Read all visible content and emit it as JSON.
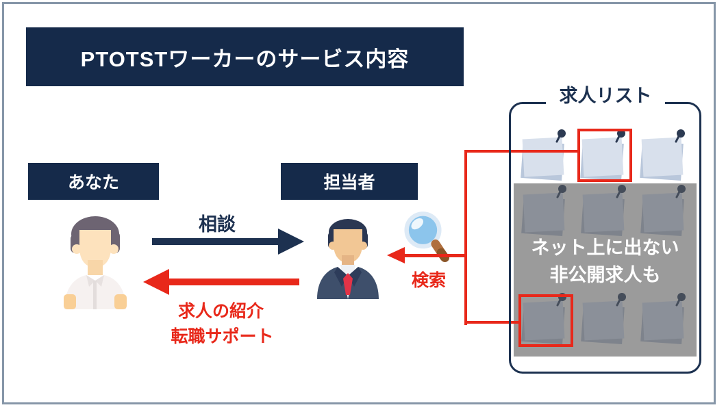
{
  "title": "PTOTSTワーカーのサービス内容",
  "actors": {
    "you": {
      "label": "あなた"
    },
    "agent": {
      "label": "担当者"
    }
  },
  "flows": {
    "consult_label": "相談",
    "intro_line1": "求人の紹介",
    "intro_line2": "転職サポート",
    "search_label": "検索"
  },
  "job_list": {
    "title": "求人リスト",
    "overlay_line1": "ネット上に出ない",
    "overlay_line2": "非公開求人も",
    "visible_note_count": 3,
    "hidden_note_count": 6
  },
  "icons": {
    "magnifier": "magnifying-glass",
    "pin": "push-pin",
    "you_avatar": "casual-person",
    "agent_avatar": "business-person"
  },
  "colors": {
    "navy": "#152a4a",
    "arrow_navy": "#1d3150",
    "red": "#e8281a",
    "frame_gray": "#8696a8",
    "overlay_gray": "#9b9b9b",
    "note_blue": "#d8e0ec",
    "white": "#ffffff"
  }
}
